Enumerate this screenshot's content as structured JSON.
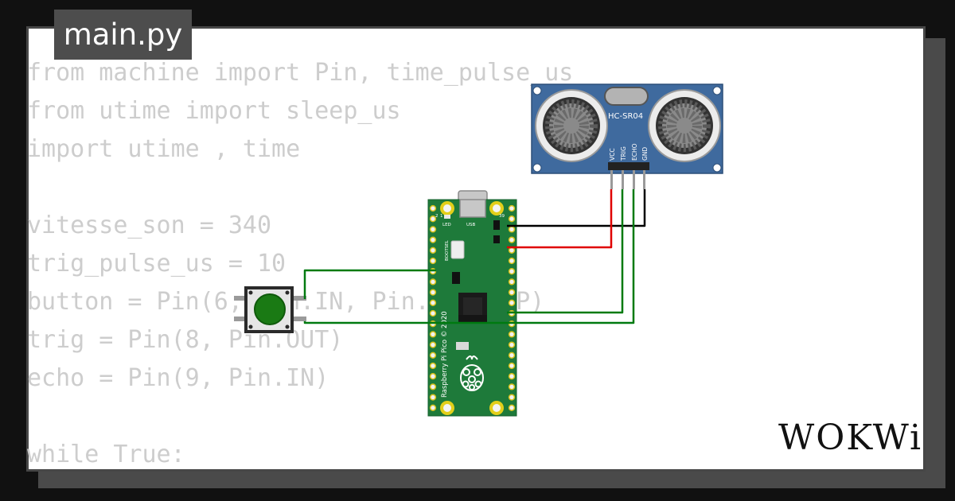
{
  "file_tab": {
    "label": "main.py"
  },
  "code_lines": [
    "from machine import Pin, time_pulse_us",
    "from utime import sleep_us",
    "import utime , time",
    "",
    "vitesse_son = 340",
    "trig_pulse_us = 10",
    "button = Pin(6, Pin.IN, Pin.PULL_UP)",
    "trig = Pin(8, Pin.OUT)",
    "echo = Pin(9, Pin.IN)",
    "",
    "while True:"
  ],
  "sensor": {
    "model": "HC-SR04",
    "pins": [
      "VCC",
      "TRIG",
      "ECHO",
      "GND"
    ],
    "color": "#3f6a9e"
  },
  "pico": {
    "board_label": "Raspberry Pi Pico © 2020",
    "led_label": "LED",
    "usb_label": "USB",
    "bootsel_label": "BOOTSEL",
    "pin_left_top": "1",
    "pin_left_num": "2",
    "pin_right_num": "39",
    "color": "#1e7a3a"
  },
  "pushbutton": {
    "cap_color": "#1a7a14"
  },
  "wire_colors": {
    "gnd": "#000000",
    "vcc": "#e00000",
    "signal": "#007a10"
  },
  "brand": {
    "logo": "WOKWi"
  }
}
